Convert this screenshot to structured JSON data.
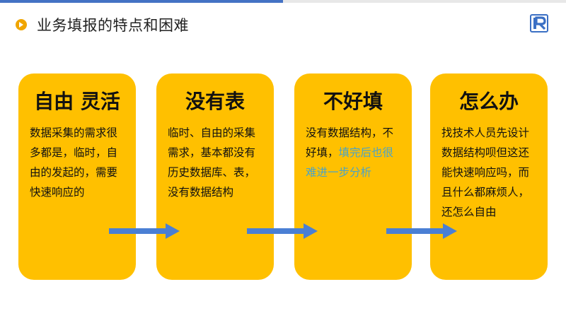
{
  "header": {
    "title": "业务填报的特点和困难"
  },
  "colors": {
    "accent_bar": "#4472c4",
    "bullet": "#f0a500",
    "card": "#ffc000",
    "highlight_text": "#4aa3c8",
    "arrow": "#4a7fd4"
  },
  "cards": [
    {
      "heading": "自由 灵活",
      "body": "数据采集的需求很多都是，临时，自由的发起的，需要快速响应的"
    },
    {
      "heading": "没有表",
      "body": "临时、自由的采集需求，基本都没有历史数据库、表，没有数据结构"
    },
    {
      "heading": "不好填",
      "body_plain": "没有数据结构，不好填，",
      "body_highlight": "填完后也很难进一步分析"
    },
    {
      "heading": "怎么办",
      "body": "找技术人员先设计数据结构呗但这还能快速响应吗，而且什么都麻烦人，还怎么自由"
    }
  ]
}
